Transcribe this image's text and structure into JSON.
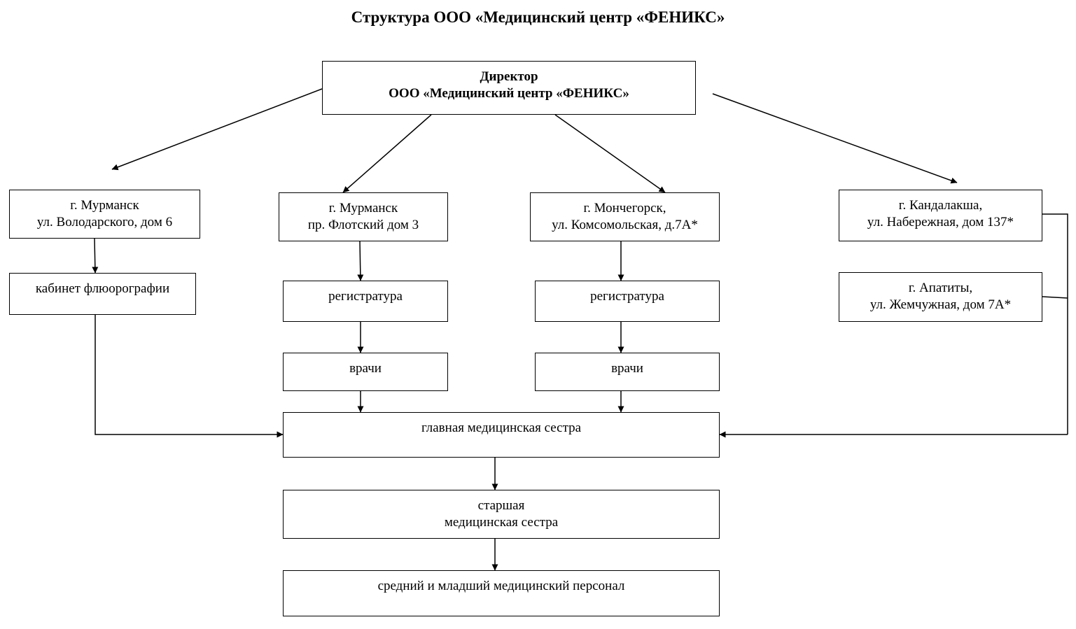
{
  "title": "Структура ООО «Медицинский центр «ФЕНИКС»",
  "nodes": {
    "director": {
      "line1": "Директор",
      "line2": "ООО «Медицинский центр «ФЕНИКС»"
    },
    "murmansk_volodarsky": {
      "line1": "г. Мурманск",
      "line2": "ул. Володарского, дом 6"
    },
    "murmansk_flotsky": {
      "line1": "г. Мурманск",
      "line2": "пр. Флотский дом 3"
    },
    "monchegorsk": {
      "line1": "г. Мончегорск,",
      "line2": "ул. Комсомольская, д.7А*"
    },
    "kandalaksha": {
      "line1": "г. Кандалакша,",
      "line2": "ул. Набережная, дом 137*"
    },
    "apatity": {
      "line1": "г. Апатиты,",
      "line2": "ул. Жемчужная, дом 7А*"
    },
    "fluorography": {
      "label": "кабинет флюорографии"
    },
    "registry_murmansk": {
      "label": "регистратура"
    },
    "registry_monchegorsk": {
      "label": "регистратура"
    },
    "doctors_murmansk": {
      "label": "врачи"
    },
    "doctors_monchegorsk": {
      "label": "врачи"
    },
    "head_nurse": {
      "label": "главная медицинская сестра"
    },
    "senior_nurse": {
      "line1": "старшая",
      "line2": "медицинская сестра"
    },
    "staff": {
      "label": "средний и младший медицинский персонал"
    }
  },
  "colors": {
    "line": "#000000",
    "background": "#ffffff"
  }
}
